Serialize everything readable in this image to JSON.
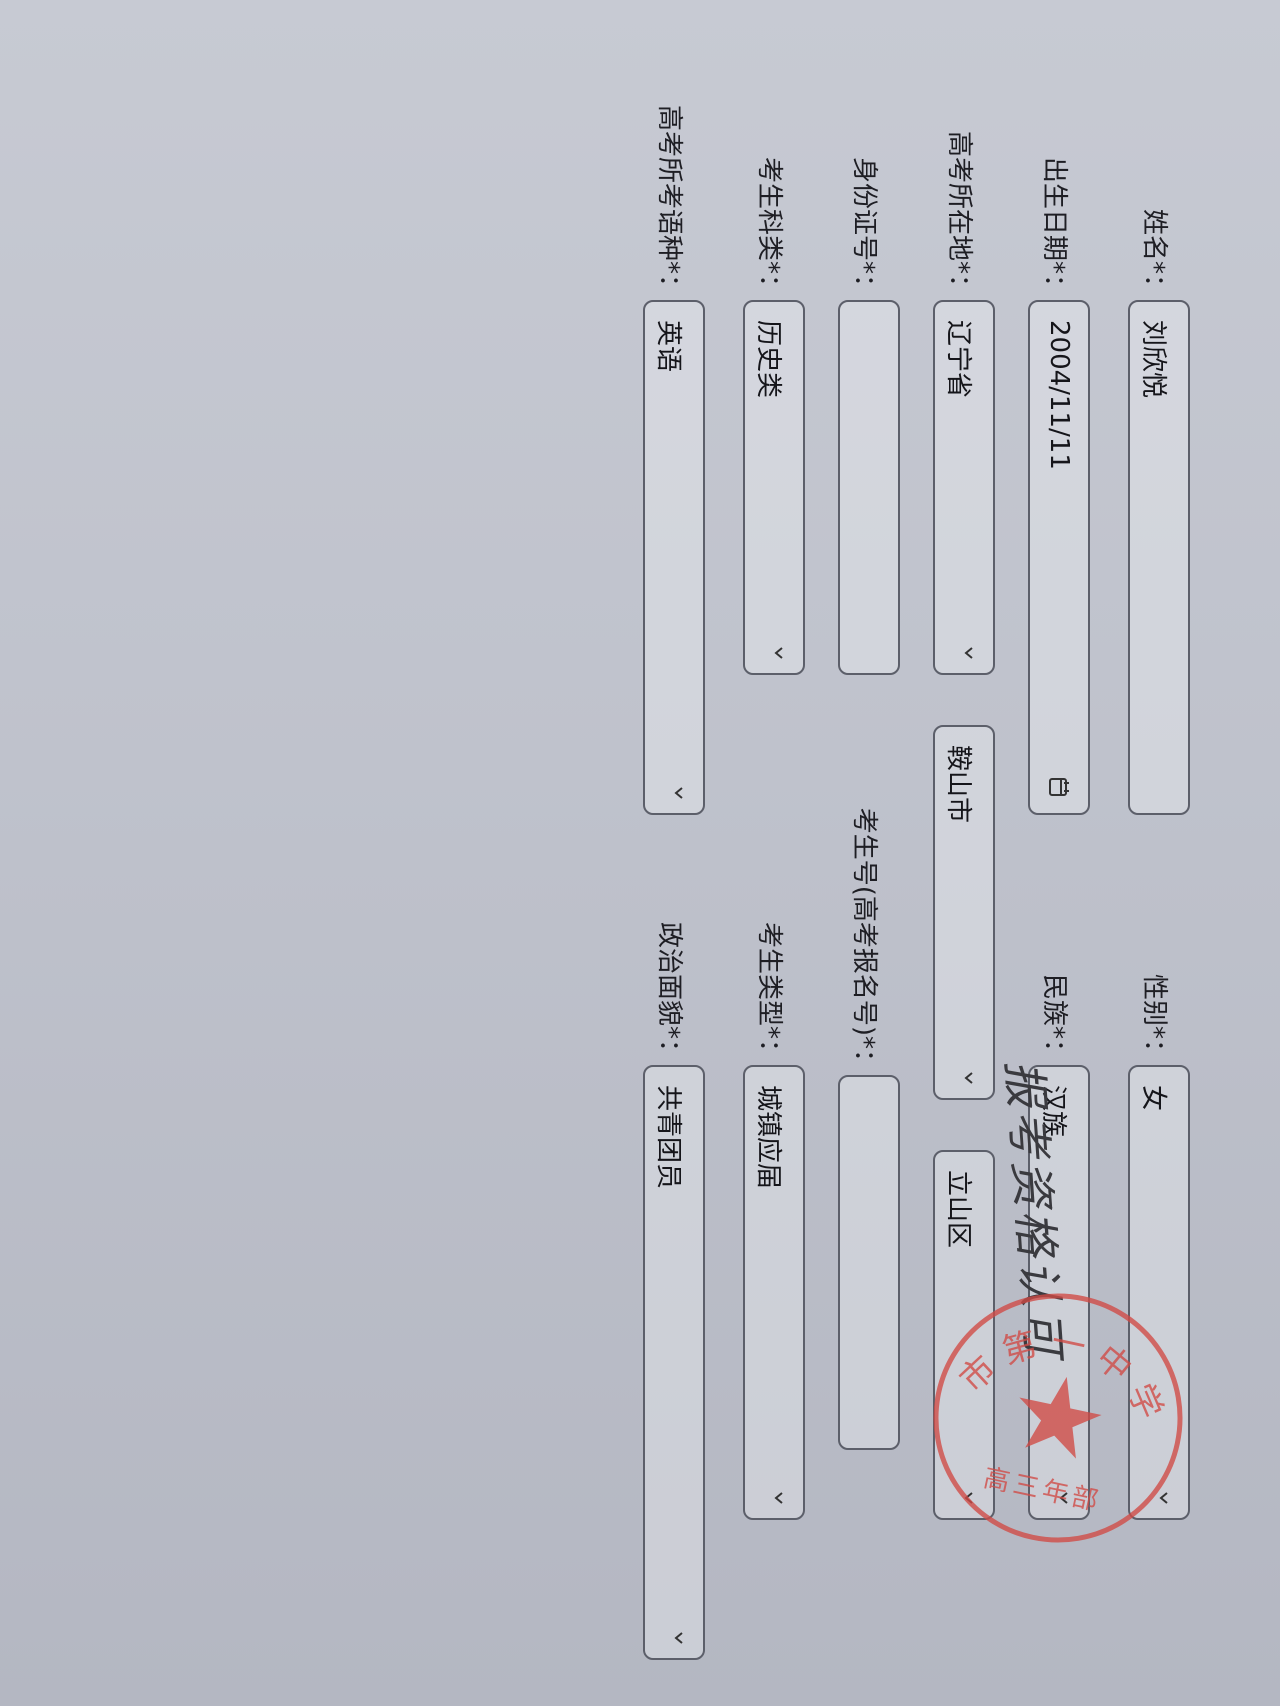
{
  "form": {
    "fields": [
      {
        "label": "姓名*：",
        "value": "刘欣悦",
        "control": "text"
      },
      {
        "label": "性别*：",
        "value": "女",
        "control": "select"
      },
      {
        "label": "出生日期*：",
        "value": "2004/11/11",
        "control": "date"
      },
      {
        "label": "民族*：",
        "value": "汉族",
        "control": "select"
      },
      {
        "label": "高考所在地*：",
        "value": "辽宁省",
        "control": "select"
      },
      {
        "label": "",
        "value": "鞍山市",
        "control": "select"
      },
      {
        "label": "",
        "value": "立山区",
        "control": "select"
      },
      {
        "label": "身份证号*：",
        "value": "",
        "control": "text"
      },
      {
        "label": "考生号(高考报名号)*：",
        "value": "",
        "control": "text"
      },
      {
        "label": "考生科类*：",
        "value": "历史类",
        "control": "select"
      },
      {
        "label": "考生类型*：",
        "value": "城镇应届",
        "control": "select"
      },
      {
        "label": "高考所考语种*：",
        "value": "英语",
        "control": "select"
      },
      {
        "label": "政治面貌*：",
        "value": "共青团员",
        "control": "select"
      }
    ]
  },
  "seal": {
    "outer_text": "市第一中学",
    "inner_text": "高三年部",
    "color": "#d14a45"
  },
  "colors": {
    "paper": "#bfc2cc",
    "border": "#5c5f6a",
    "text": "#1e1e24"
  },
  "icons": {
    "select": "chevron-down-icon",
    "date": "calendar-icon"
  }
}
